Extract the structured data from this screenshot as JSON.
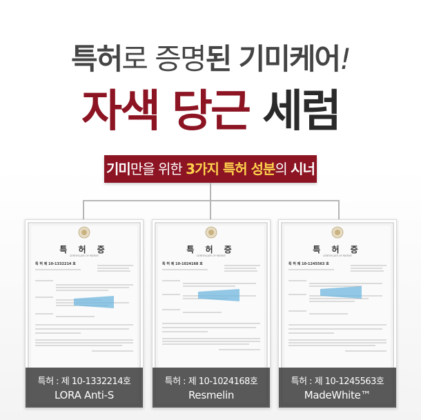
{
  "headline": {
    "part1": "특허",
    "part2": "로 증명",
    "part3": "된",
    "part4": "기미케어",
    "exclaim": "!"
  },
  "title": {
    "part1": "자색 당근",
    "part2": "세럼"
  },
  "banner": {
    "part1": "기미",
    "part2": "만을 위한",
    "part3": "3가지 특허 성분",
    "part4": "의",
    "part5": "시너지"
  },
  "certificates": [
    {
      "cert_title": "특 허 증",
      "cert_subtitle": "CERTIFICATE OF PATENT",
      "cert_number": "특 허   제 10-1332214 호",
      "patent_label": "특허 : 제 10-1332214호",
      "ingredient": "LORA Anti-S"
    },
    {
      "cert_title": "특 허 증",
      "cert_subtitle": "CERTIFICATE OF PATENT",
      "cert_number": "특 허   제 10-1024168 호",
      "patent_label": "특허 : 제 10-1024168호",
      "ingredient": "Resmelin"
    },
    {
      "cert_title": "특 허 증",
      "cert_subtitle": "CERTIFICATE OF PATENT",
      "cert_number": "특 허   제 10-1245563 호",
      "patent_label": "특허 : 제 10-1245563호",
      "ingredient": "MadeWhite™"
    }
  ],
  "colors": {
    "accent": "#8c1423",
    "highlight": "#ffd34d",
    "label_bg": "#3c3c3c"
  }
}
